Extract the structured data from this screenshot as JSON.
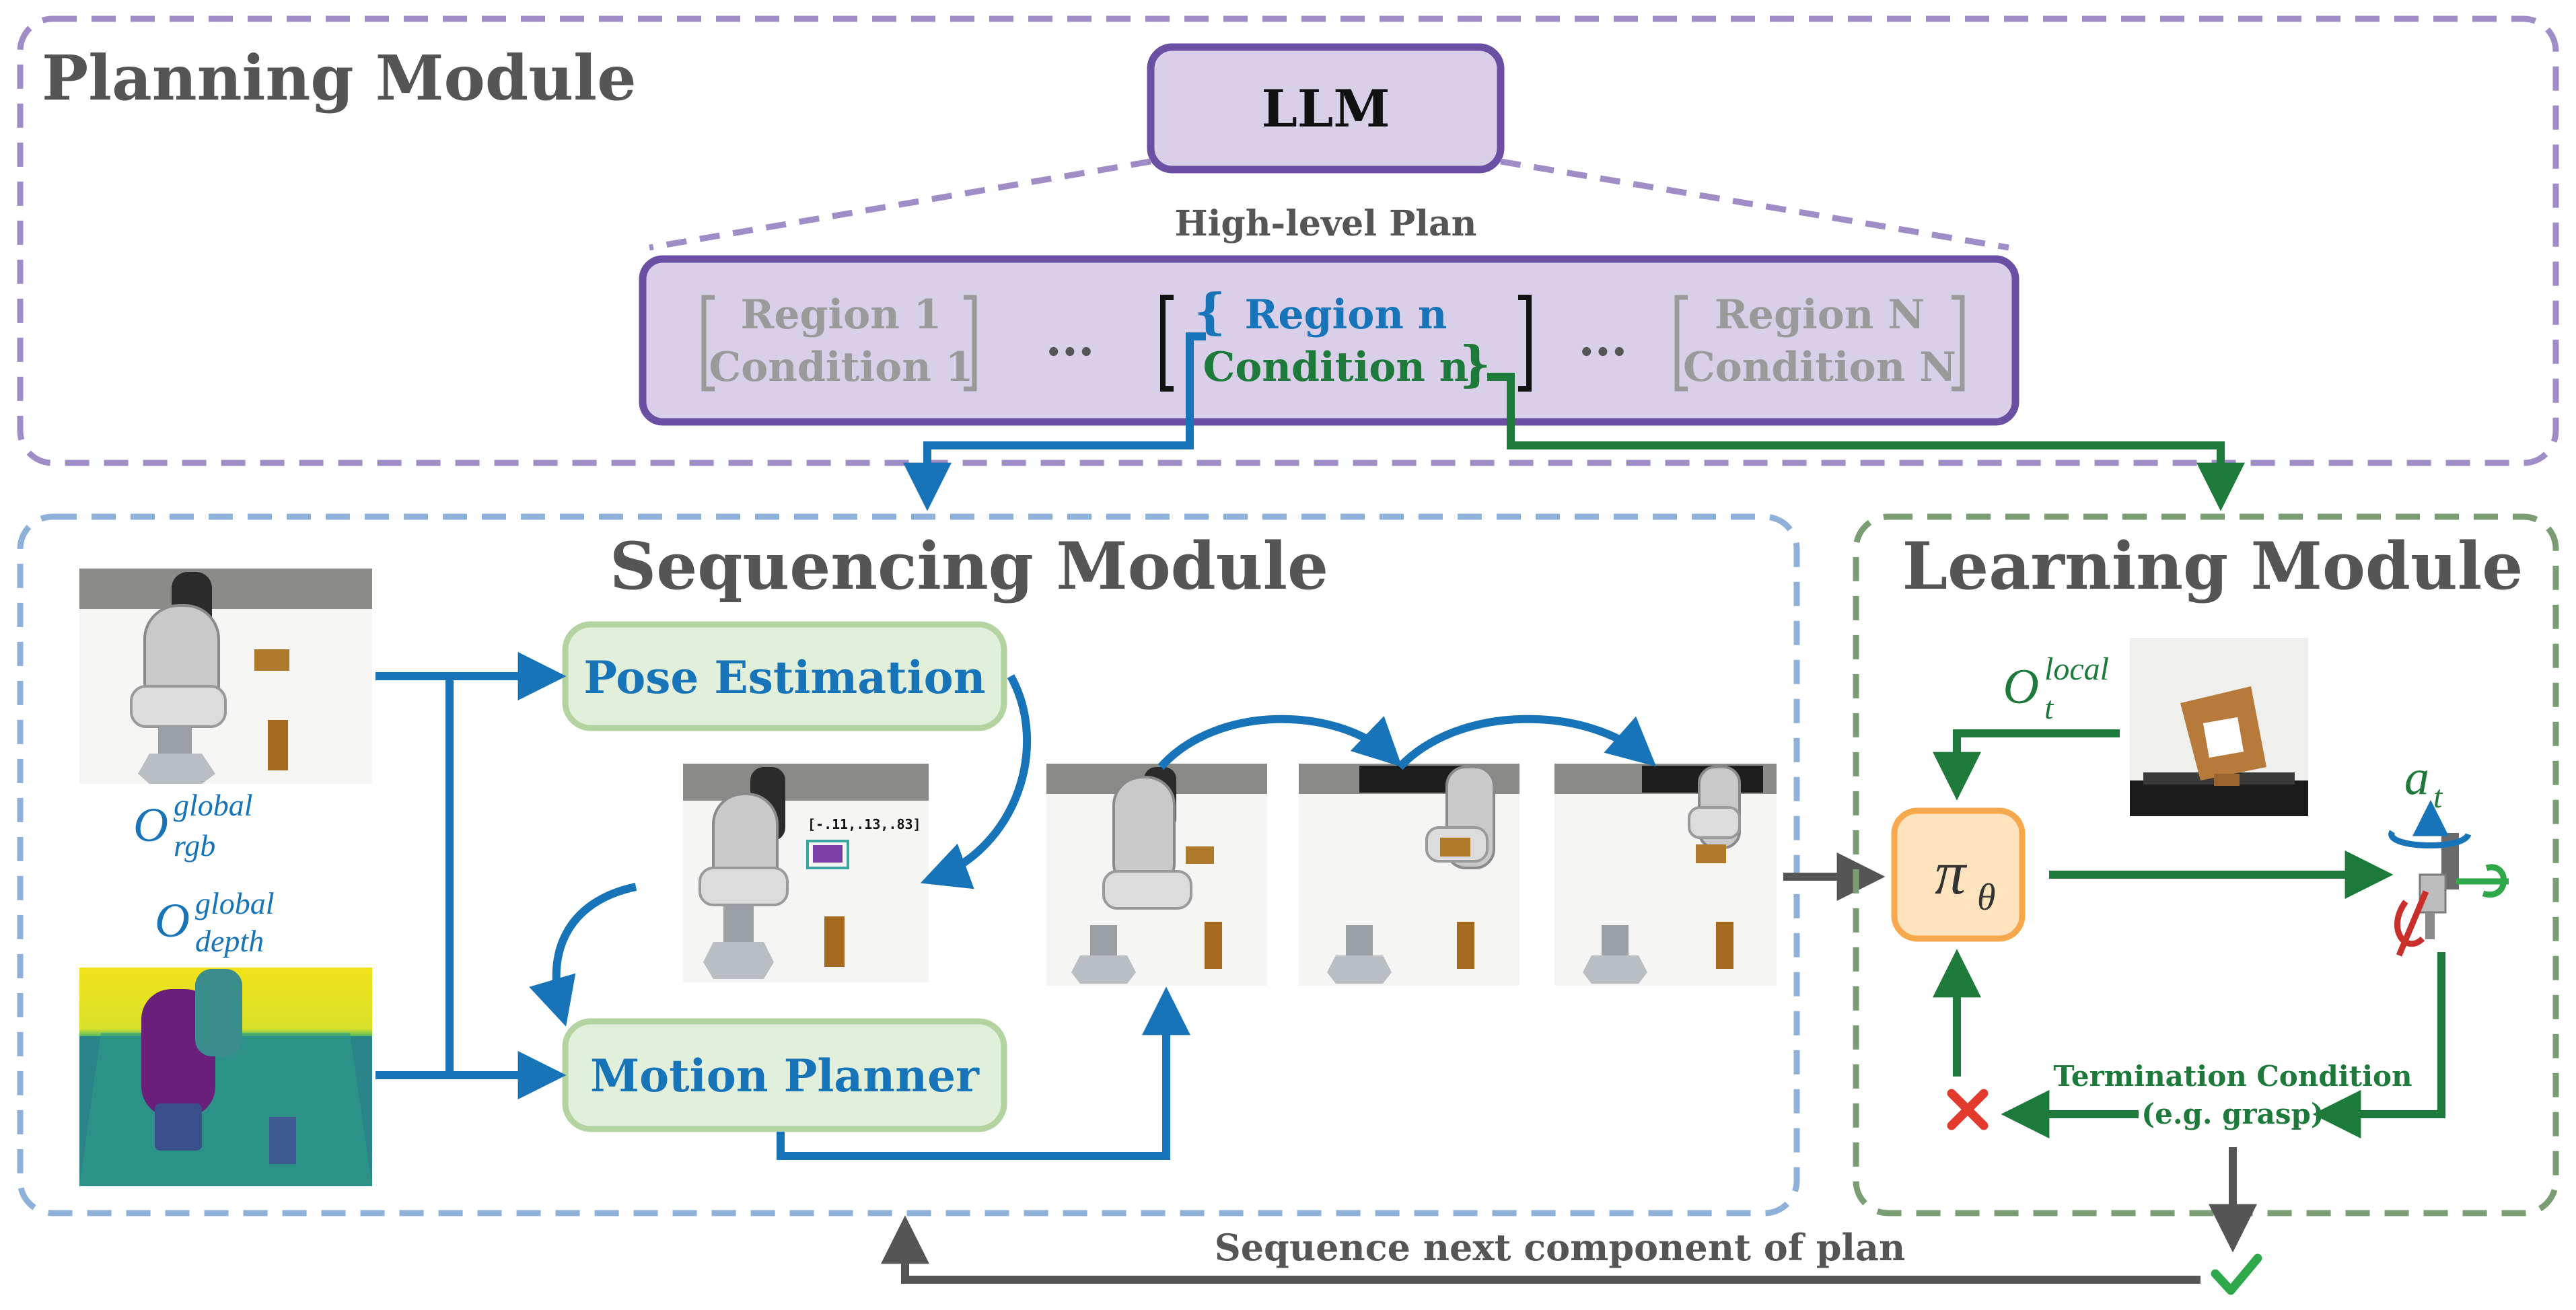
{
  "planning": {
    "title": "Planning Module",
    "llm_label": "LLM",
    "plan_label": "High-level Plan",
    "region1": "Region 1",
    "condition1": "Condition 1",
    "ellipsis": "...",
    "region_n": "Region n",
    "condition_n": "Condition n",
    "region_N": "Region N",
    "condition_N": "Condition N"
  },
  "sequencing": {
    "title": "Sequencing Module",
    "pose_estimation": "Pose Estimation",
    "motion_planner": "Motion Planner",
    "obs_rgb": {
      "base": "O",
      "sup": "global",
      "sub": "rgb"
    },
    "obs_depth": {
      "base": "O",
      "sup": "global",
      "sub": "depth"
    },
    "pose_readout": "[-.11,.13,.83]"
  },
  "learning": {
    "title": "Learning Module",
    "obs_local": {
      "base": "O",
      "sup": "local",
      "sub": "t"
    },
    "policy": {
      "base": "π",
      "sub": "θ"
    },
    "action": {
      "base": "a",
      "sub": "t"
    },
    "termination": "Termination Condition",
    "termination_example": "(e.g. grasp)"
  },
  "footer": {
    "sequence_next": "Sequence next component of plan"
  },
  "colors": {
    "planning_border": "#a08cc6",
    "plan_fill": "#d9cfe8",
    "plan_border": "#6a4fa3",
    "sequencing_border": "#8fb0d8",
    "learning_border": "#7a9d74",
    "green_box_fill": "#e2efdb",
    "green_box_border": "#b3d3a1",
    "blue": "#1874b8",
    "green": "#1d7a3a",
    "gray": "#555555",
    "policy_fill": "#fde3be",
    "policy_border": "#f5a94c",
    "cross": "#e23b2e",
    "check": "#2ea84a"
  }
}
